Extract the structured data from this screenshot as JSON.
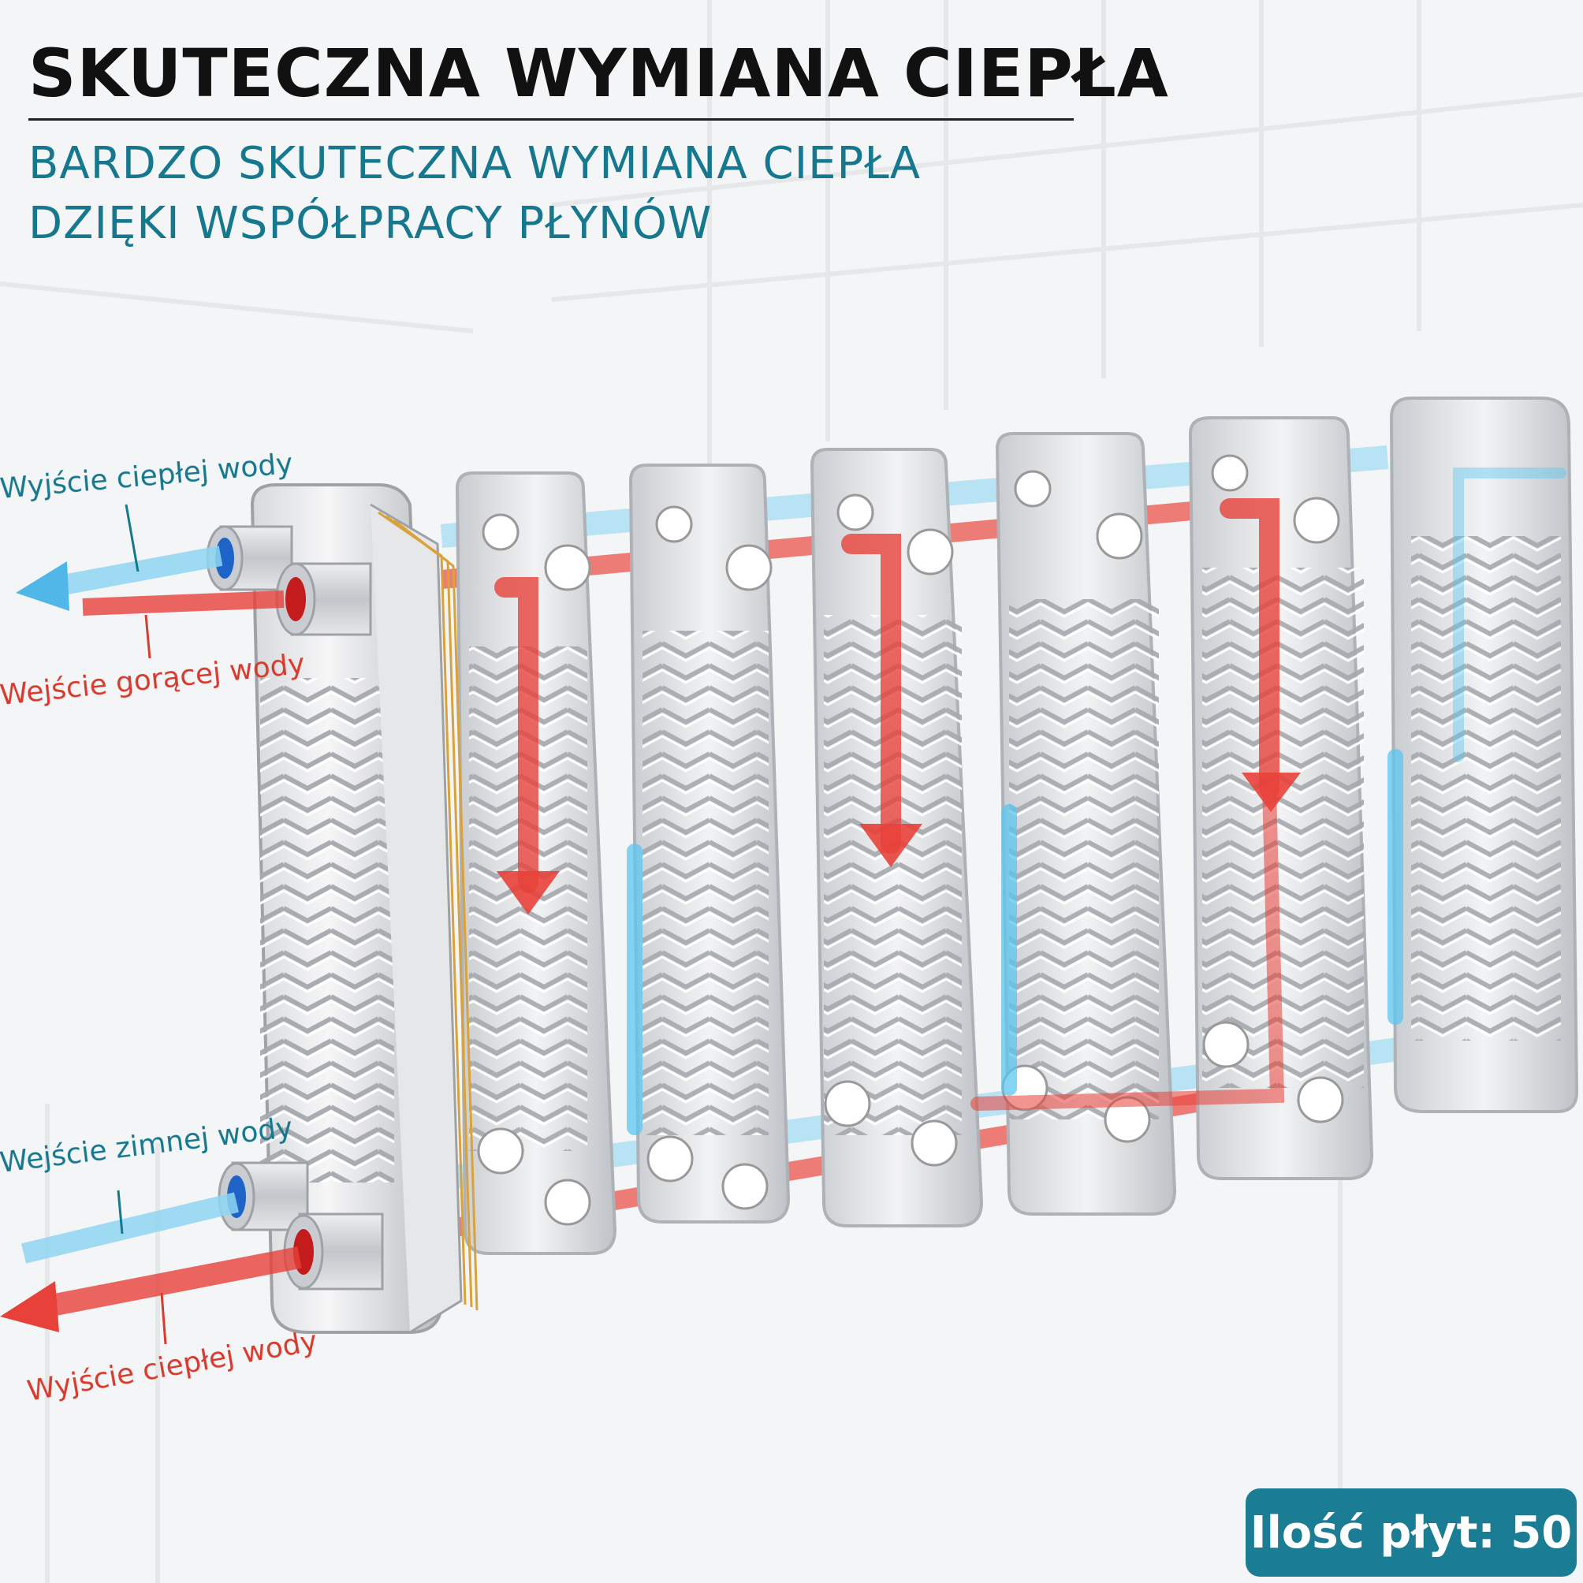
{
  "header": {
    "title": "SKUTECZNA WYMIANA CIEPŁA",
    "subtitle_line1": "BARDZO SKUTECZNA WYMIANA CIEPŁA",
    "subtitle_line2": "DZIĘKI WSPÓŁPRACY PŁYNÓW"
  },
  "labels": {
    "hot_out_top": "Wyjście ciepłej wody",
    "hot_in": "Wejście gorącej wody",
    "cold_in": "Wejście zimnej wody",
    "warm_out_bottom": "Wyjście ciepłej wody"
  },
  "badge": {
    "text": "Ilość płyt: 50"
  },
  "colors": {
    "accent": "#1a7d93",
    "text_blue": "#16788f",
    "text_red": "#d93a2e",
    "hot_flow": "#e8413a",
    "cold_flow": "#6cc8ef"
  },
  "icons": [
    "hot-water-arrow-icon",
    "cold-water-arrow-icon",
    "pipe-connector-icon"
  ]
}
